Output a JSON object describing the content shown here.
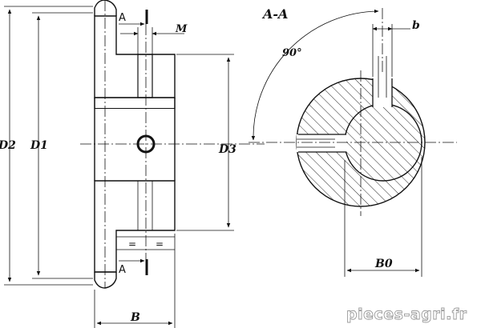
{
  "labels": {
    "d2": "D2",
    "d1": "D1",
    "d3": "D3",
    "m": "M",
    "b_width": "B",
    "b_key": "b",
    "b0": "B0",
    "section_marker": "A",
    "section_title": "A-A",
    "angle": "90°",
    "equal_mark": "="
  },
  "watermark": "pieces-agri.fr",
  "colors": {
    "line": "#111111",
    "hatch": "#111111",
    "background": "#ffffff",
    "watermark_stroke": "#9a9a9a"
  }
}
